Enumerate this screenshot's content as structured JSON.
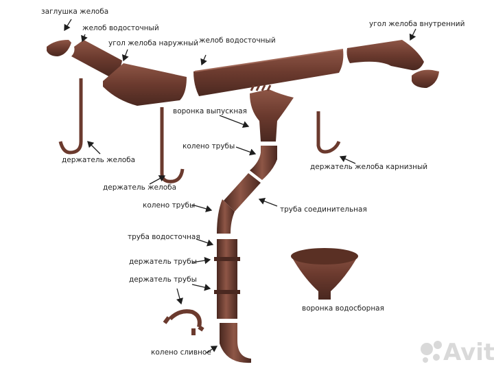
{
  "colors": {
    "metal": "#6b3a2e",
    "metal_dark": "#4a2820",
    "metal_light": "#8e5646",
    "text": "#1e1e1e",
    "watermark": "#d9d9d9"
  },
  "labels": {
    "end_cap": "заглушка желоба",
    "gutter_1": "желоб водосточный",
    "outer_corner": "угол желоба наружный",
    "gutter_2": "желоб водосточный",
    "inner_corner": "угол желоба внутренний",
    "outlet_funnel": "воронка выпускная",
    "elbow_pipe_1": "колено трубы",
    "bracket_1": "держатель желоба",
    "bracket_2": "держатель желоба",
    "fascia_bracket": "держатель желоба карнизный",
    "elbow_pipe_2": "колено трубы",
    "connecting_pipe": "труба соединительная",
    "downpipe": "труба водосточная",
    "pipe_holder_1": "держатель трубы",
    "pipe_holder_2": "держатель трубы",
    "collection_funnel": "воронка водосборная",
    "drain_elbow": "колено сливное"
  },
  "watermark": {
    "text": "Avito",
    "icon": "avito-dots-icon"
  }
}
